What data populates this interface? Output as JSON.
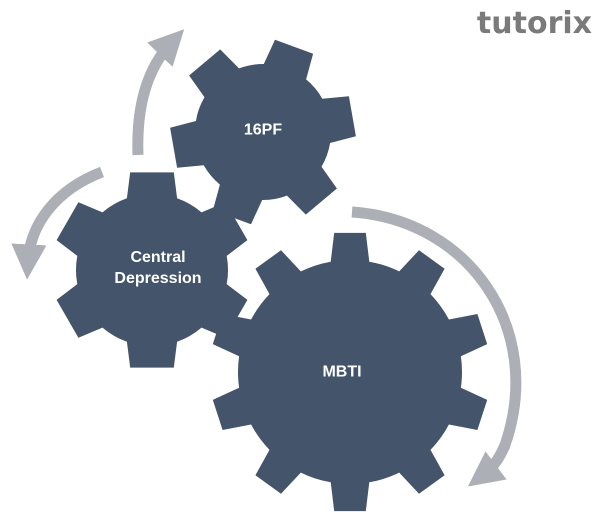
{
  "logo": {
    "text": "tutorix"
  },
  "colors": {
    "gear": "#44546a",
    "arrow": "#acafb5",
    "logo": "#7a7a7a"
  },
  "gears": [
    {
      "label": "16PF",
      "teeth": 6
    },
    {
      "label": "Central Depression",
      "teeth": 6
    },
    {
      "label": "MBTI",
      "teeth": 10
    }
  ]
}
